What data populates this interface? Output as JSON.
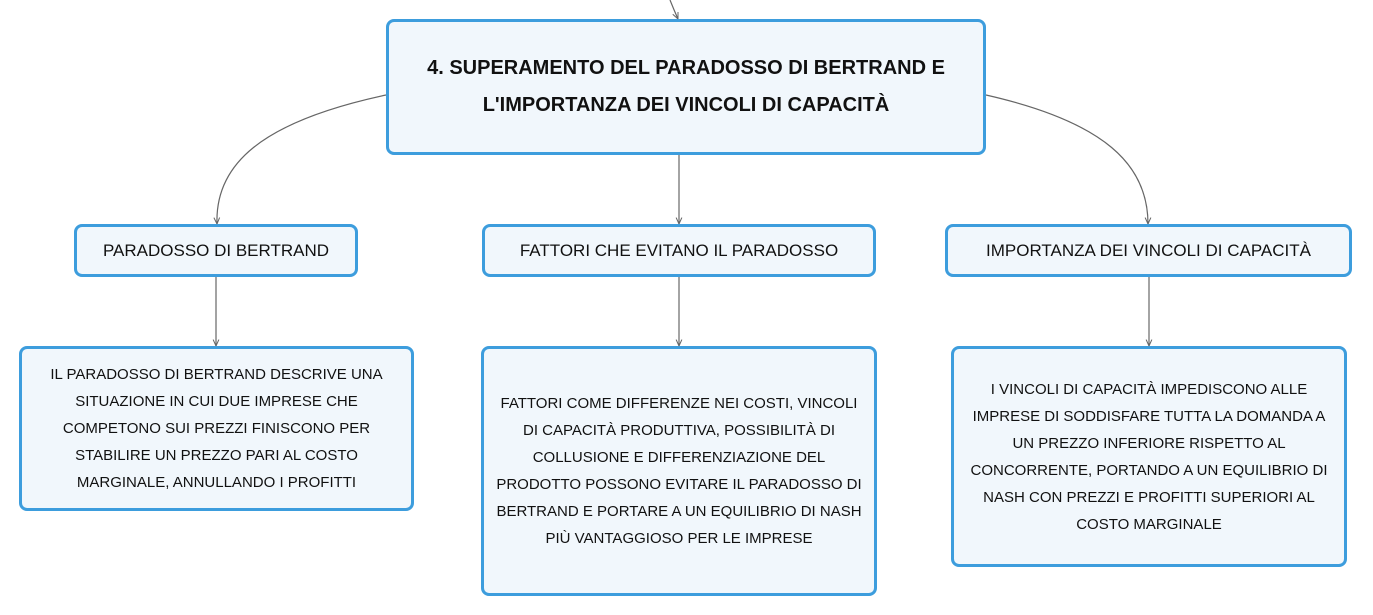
{
  "diagram": {
    "root": {
      "text": "4. SUPERAMENTO DEL PARADOSSO DI BERTRAND E L'IMPORTANZA DEI VINCOLI DI CAPACITÀ"
    },
    "branches": [
      {
        "label": "PARADOSSO DI BERTRAND",
        "detail": "IL PARADOSSO DI BERTRAND DESCRIVE UNA SITUAZIONE IN CUI DUE IMPRESE CHE COMPETONO SUI PREZZI FINISCONO PER STABILIRE UN PREZZO PARI AL COSTO MARGINALE, ANNULLANDO I PROFITTI"
      },
      {
        "label": "FATTORI CHE EVITANO IL PARADOSSO",
        "detail": "FATTORI COME DIFFERENZE NEI COSTI, VINCOLI DI CAPACITÀ PRODUTTIVA, POSSIBILITÀ DI COLLUSIONE E DIFFERENZIAZIONE DEL PRODOTTO POSSONO EVITARE IL PARADOSSO DI BERTRAND E PORTARE A UN EQUILIBRIO DI NASH PIÙ VANTAGGIOSO PER LE IMPRESE"
      },
      {
        "label": "IMPORTANZA DEI VINCOLI DI CAPACITÀ",
        "detail": "I VINCOLI DI CAPACITÀ IMPEDISCONO ALLE IMPRESE DI SODDISFARE TUTTA LA DOMANDA A UN PREZZO INFERIORE RISPETTO AL CONCORRENTE, PORTANDO A UN EQUILIBRIO DI NASH CON PREZZI E PROFITTI SUPERIORI AL COSTO MARGINALE"
      }
    ],
    "colors": {
      "node_border": "#3d9ddd",
      "node_fill": "#f1f7fc",
      "connector": "#666666",
      "text": "#111111"
    }
  }
}
